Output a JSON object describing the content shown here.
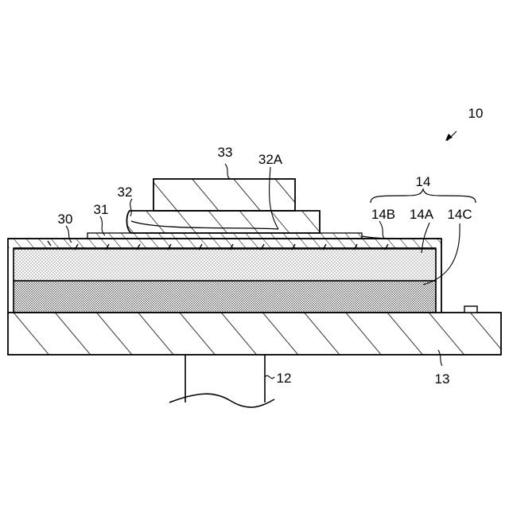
{
  "figure": {
    "labels": {
      "device": "10",
      "shaft": "12",
      "base": "13",
      "stack": "14",
      "layer_14a": "14A",
      "layer_14b": "14B",
      "layer_14c": "14C",
      "coating": "30",
      "adhesive": "31",
      "plate": "32",
      "plate_edge": "32A",
      "block": "33"
    }
  }
}
